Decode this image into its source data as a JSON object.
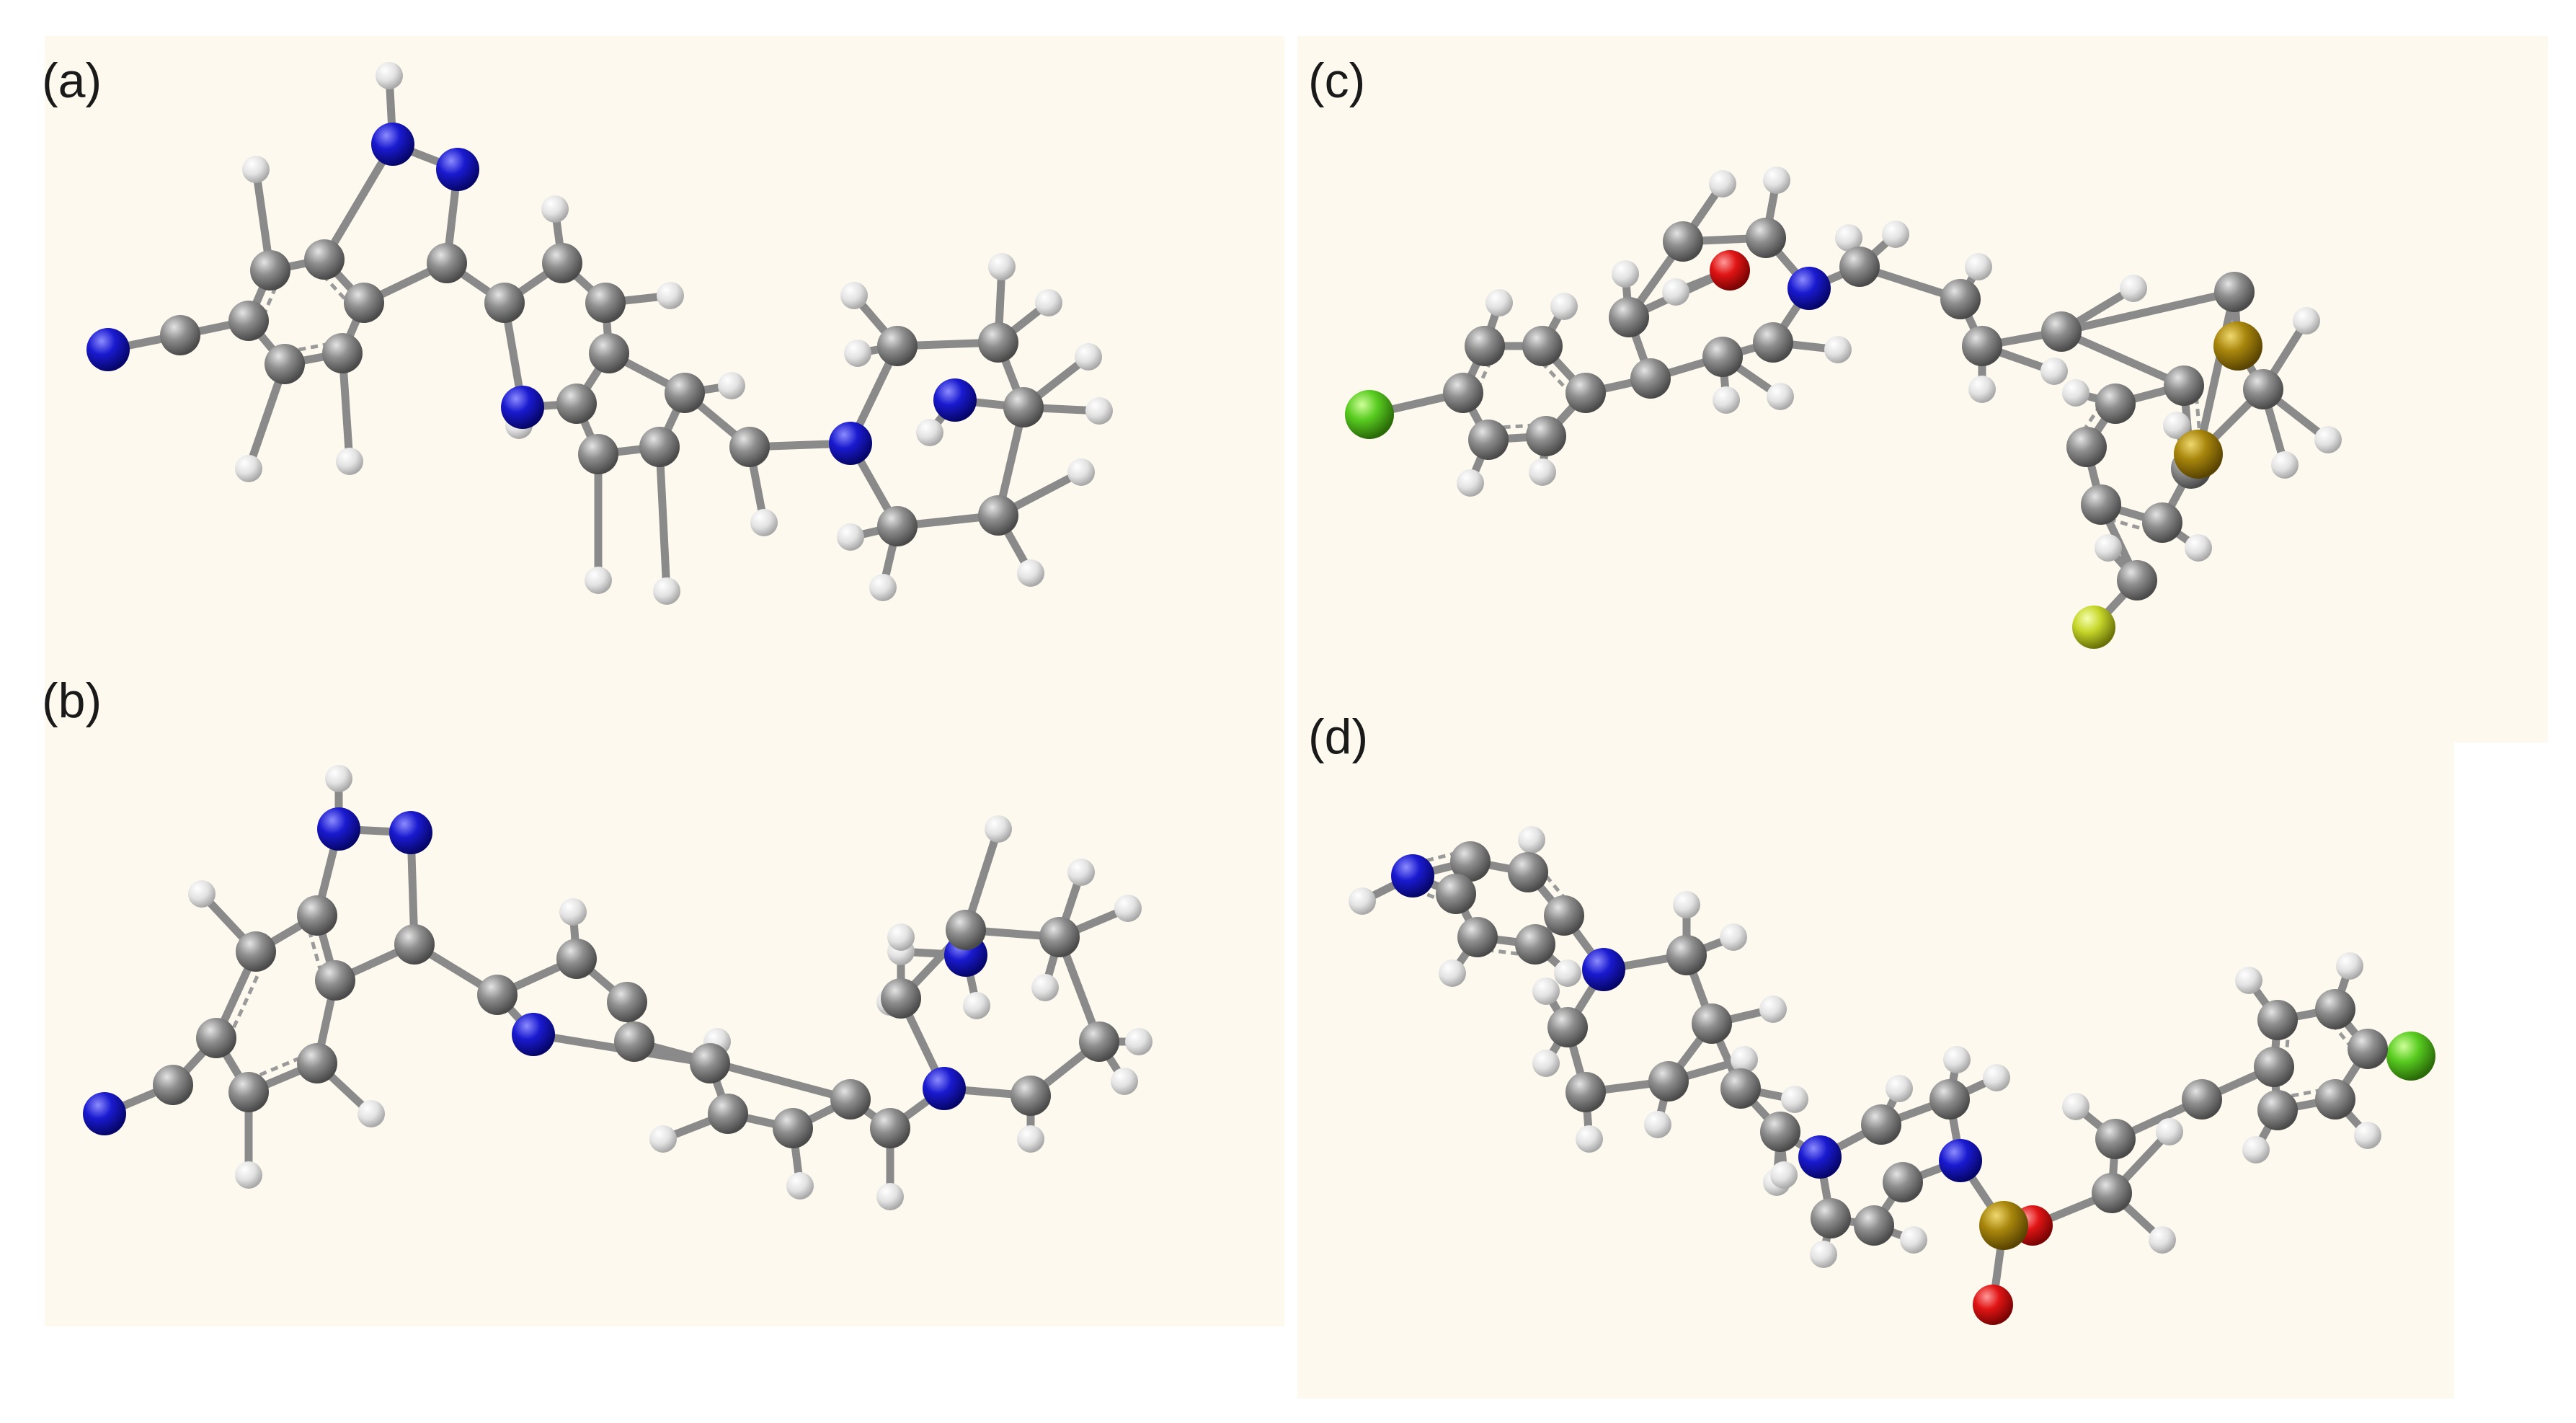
{
  "panels": [
    {
      "id": "a",
      "label": "(a)"
    },
    {
      "id": "b",
      "label": "(b)"
    },
    {
      "id": "c",
      "label": "(c)"
    },
    {
      "id": "d",
      "label": "(d)"
    }
  ],
  "colors": {
    "background": "#fdf9ee",
    "carbon": "#7a7a7a",
    "hydrogen": "#e6e6e6",
    "nitrogen": "#1515c8",
    "oxygen": "#dd1111",
    "sulfur": "#9a7a08",
    "chlorine": "#55cc22",
    "fluorine": "#c8d630",
    "bond": "#8a8a8a"
  }
}
